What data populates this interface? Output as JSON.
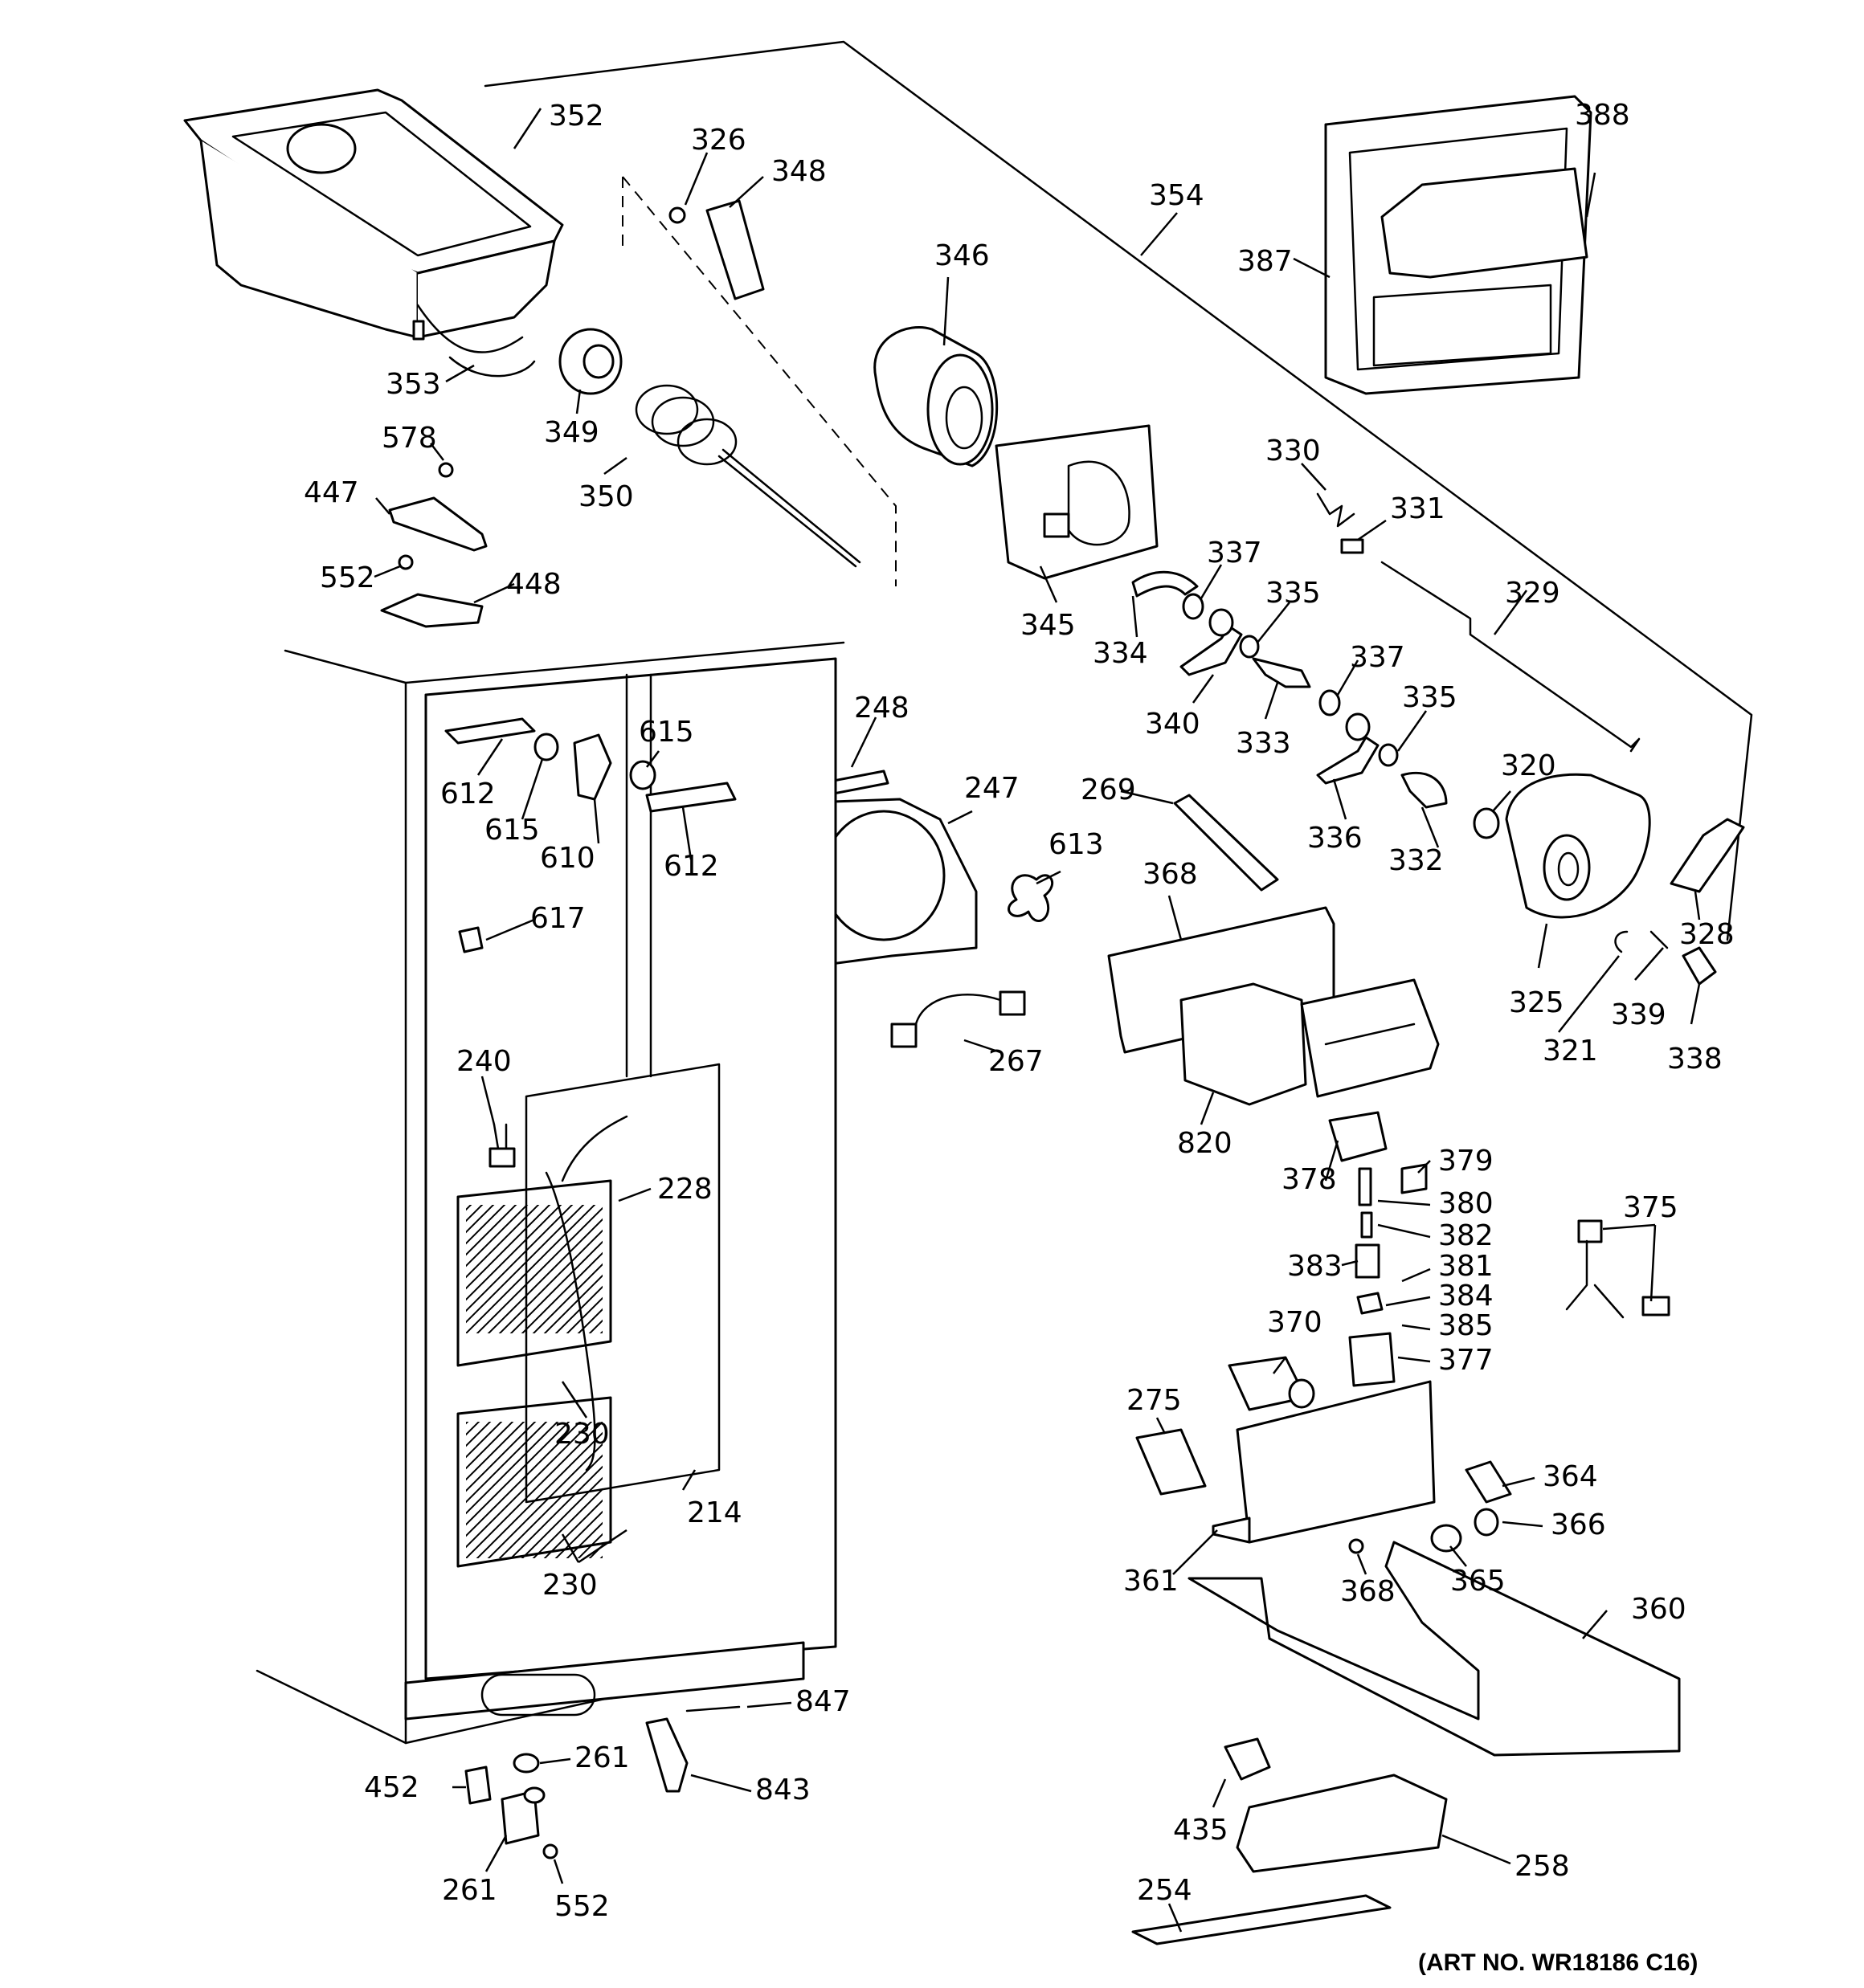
{
  "art_number": "(ART NO. WR18186 C16)",
  "callouts": [
    {
      "id": "c352",
      "label": "352"
    },
    {
      "id": "c326",
      "label": "326"
    },
    {
      "id": "c348",
      "label": "348"
    },
    {
      "id": "c346",
      "label": "346"
    },
    {
      "id": "c354",
      "label": "354"
    },
    {
      "id": "c388",
      "label": "388"
    },
    {
      "id": "c387",
      "label": "387"
    },
    {
      "id": "c353",
      "label": "353"
    },
    {
      "id": "c349",
      "label": "349"
    },
    {
      "id": "c350",
      "label": "350"
    },
    {
      "id": "c578",
      "label": "578"
    },
    {
      "id": "c447",
      "label": "447"
    },
    {
      "id": "c552a",
      "label": "552"
    },
    {
      "id": "c448",
      "label": "448"
    },
    {
      "id": "c330",
      "label": "330"
    },
    {
      "id": "c331",
      "label": "331"
    },
    {
      "id": "c345",
      "label": "345"
    },
    {
      "id": "c337a",
      "label": "337"
    },
    {
      "id": "c334",
      "label": "334"
    },
    {
      "id": "c335a",
      "label": "335"
    },
    {
      "id": "c329",
      "label": "329"
    },
    {
      "id": "c340",
      "label": "340"
    },
    {
      "id": "c333",
      "label": "333"
    },
    {
      "id": "c337b",
      "label": "337"
    },
    {
      "id": "c335b",
      "label": "335"
    },
    {
      "id": "c248",
      "label": "248"
    },
    {
      "id": "c615a",
      "label": "615"
    },
    {
      "id": "c612a",
      "label": "612"
    },
    {
      "id": "c615b",
      "label": "615"
    },
    {
      "id": "c610",
      "label": "610"
    },
    {
      "id": "c612b",
      "label": "612"
    },
    {
      "id": "c247",
      "label": "247"
    },
    {
      "id": "c269",
      "label": "269"
    },
    {
      "id": "c336",
      "label": "336"
    },
    {
      "id": "c320",
      "label": "320"
    },
    {
      "id": "c332",
      "label": "332"
    },
    {
      "id": "c613",
      "label": "613"
    },
    {
      "id": "c368a",
      "label": "368"
    },
    {
      "id": "c328",
      "label": "328"
    },
    {
      "id": "c617",
      "label": "617"
    },
    {
      "id": "c325",
      "label": "325"
    },
    {
      "id": "c339",
      "label": "339"
    },
    {
      "id": "c321",
      "label": "321"
    },
    {
      "id": "c338",
      "label": "338"
    },
    {
      "id": "c267",
      "label": "267"
    },
    {
      "id": "c240",
      "label": "240"
    },
    {
      "id": "c820",
      "label": "820"
    },
    {
      "id": "c228",
      "label": "228"
    },
    {
      "id": "c378",
      "label": "378"
    },
    {
      "id": "c379",
      "label": "379"
    },
    {
      "id": "c380",
      "label": "380"
    },
    {
      "id": "c375",
      "label": "375"
    },
    {
      "id": "c382",
      "label": "382"
    },
    {
      "id": "c381",
      "label": "381"
    },
    {
      "id": "c383",
      "label": "383"
    },
    {
      "id": "c384",
      "label": "384"
    },
    {
      "id": "c370",
      "label": "370"
    },
    {
      "id": "c385",
      "label": "385"
    },
    {
      "id": "c377",
      "label": "377"
    },
    {
      "id": "c275",
      "label": "275"
    },
    {
      "id": "c230a",
      "label": "230"
    },
    {
      "id": "c364",
      "label": "364"
    },
    {
      "id": "c214",
      "label": "214"
    },
    {
      "id": "c366",
      "label": "366"
    },
    {
      "id": "c365",
      "label": "365"
    },
    {
      "id": "c361",
      "label": "361"
    },
    {
      "id": "c230b",
      "label": "230"
    },
    {
      "id": "c368b",
      "label": "368"
    },
    {
      "id": "c360",
      "label": "360"
    },
    {
      "id": "c847",
      "label": "847"
    },
    {
      "id": "c261a",
      "label": "261"
    },
    {
      "id": "c452",
      "label": "452"
    },
    {
      "id": "c843",
      "label": "843"
    },
    {
      "id": "c435",
      "label": "435"
    },
    {
      "id": "c258",
      "label": "258"
    },
    {
      "id": "c261b",
      "label": "261"
    },
    {
      "id": "c552b",
      "label": "552"
    },
    {
      "id": "c254",
      "label": "254"
    }
  ]
}
